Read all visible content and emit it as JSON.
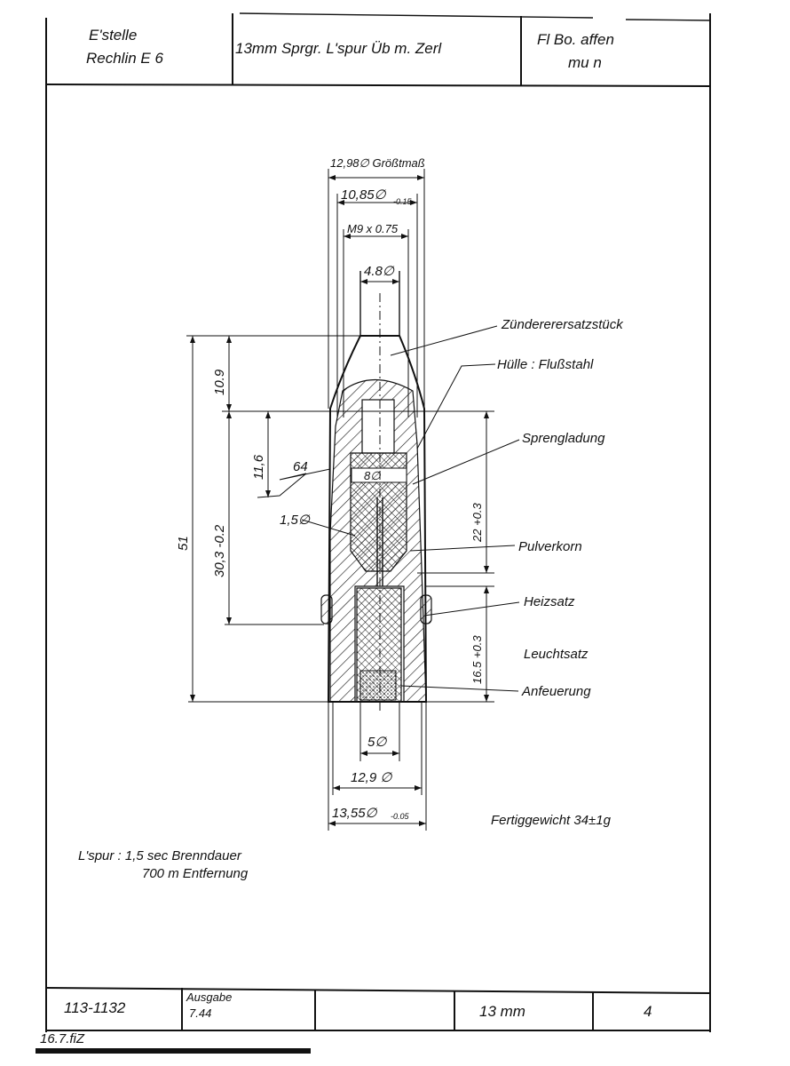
{
  "title_block": {
    "office": [
      "E'stelle",
      "Rechlin E 6"
    ],
    "designation": "13mm Sprgr. L'spur Üb m. Zerl",
    "category": [
      "Fl Bo.    affen",
      "mu       n"
    ]
  },
  "dimensions": {
    "max_diameter": "12,98∅ Größtmaß",
    "diameter_1085": "10,85∅",
    "diameter_1085_tol": "-0.15",
    "thread": "M9 x 0.75",
    "diameter_48": "4.8∅",
    "length_total": "51",
    "length_nose": "10.9",
    "length_body": "30,3 -0.2",
    "length_116": "11,6",
    "angle": "64",
    "diameter_8": "8∅",
    "diameter_15": "1,5∅",
    "length_22": "22 +0.3",
    "length_165": "16.5 +0.3",
    "diameter_5": "5∅",
    "diameter_129": "12,9 ∅",
    "diameter_1355": "13,55∅",
    "diameter_1355_tol": "-0.05"
  },
  "labels": {
    "fuze_replacement": "Zündererersatzstück",
    "shell": "Hülle : Flußstahl",
    "explosive": "Sprengladung",
    "powder": "Pulverkorn",
    "heater": "Heizsatz",
    "tracer": "Leuchtsatz",
    "igniter": "Anfeuerung"
  },
  "notes": {
    "weight": "Fertiggewicht 34±1g",
    "tracer_line1": "L'spur :  1,5 sec Brenndauer",
    "tracer_line2": "700 m Entfernung"
  },
  "footer": {
    "number": "113-1132",
    "issue_label": "Ausgabe",
    "issue_value": "7.44",
    "caliber": "13 mm",
    "sheet": "4",
    "stamp": "16.7.fiZ"
  }
}
